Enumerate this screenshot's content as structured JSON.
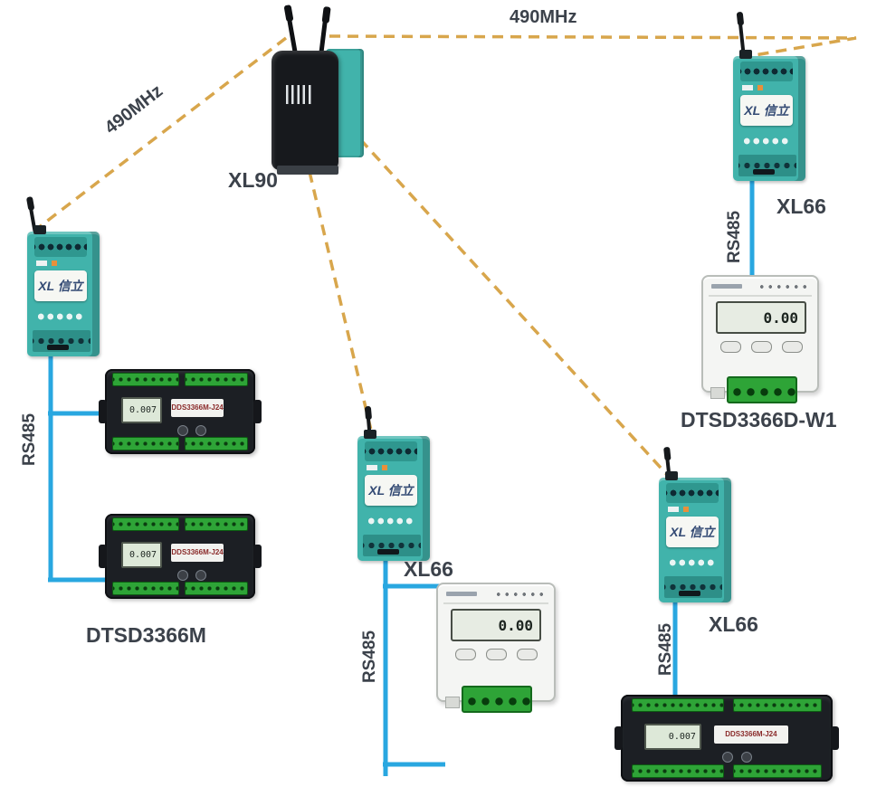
{
  "labels": {
    "freq": "490MHz",
    "xl90": "XL90",
    "xl66": "XL66",
    "rs485": "RS485",
    "dark_meter": "DTSD3366M",
    "white_meter": "DTSD3366D-W1"
  },
  "device_text": {
    "xl_sticker": "XL 信立",
    "dark_lcd": "0.007",
    "dark_sticker": "DDS3366M-J24",
    "white_lcd": "0.00"
  },
  "colors": {
    "wireless_link": "#D8A64C",
    "rs485_link": "#29A7E0",
    "device_teal": "#41B3AB",
    "terminal_green": "#2EA437",
    "label_text": "#3C424B"
  }
}
